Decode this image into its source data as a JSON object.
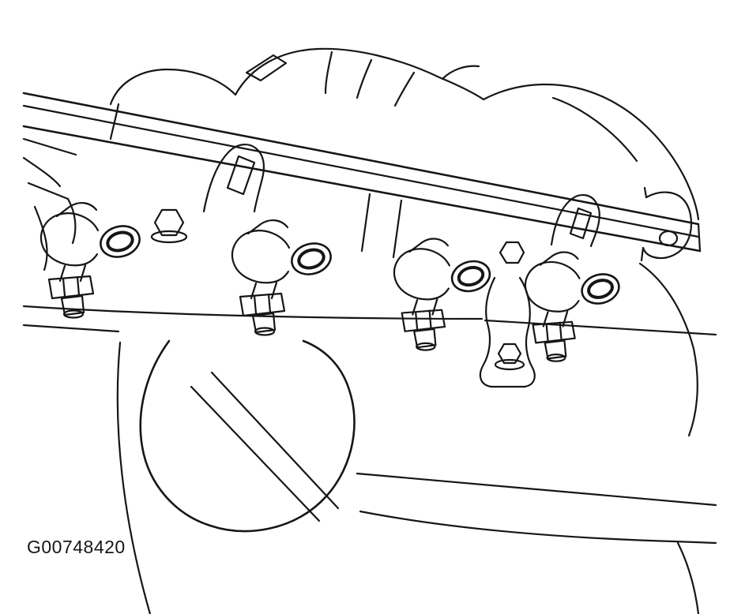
{
  "figure": {
    "id": "G00748420"
  },
  "colors": {
    "line": "#161616",
    "background": "#ffffff"
  },
  "illustration": {
    "parts": [
      "intake-manifold",
      "fuel-rail",
      "rail-mounting-bracket-left",
      "rail-mounting-bracket-right",
      "rail-end-bracket",
      "fuel-injector-1",
      "fuel-injector-2",
      "fuel-injector-3",
      "fuel-injector-4",
      "injector-connector-ring",
      "rail-hex-bolt-left",
      "rail-hex-bolt-right",
      "retainer-clamp",
      "clamp-hex-bolt",
      "engine-block-edge",
      "lower-cylinder"
    ]
  }
}
